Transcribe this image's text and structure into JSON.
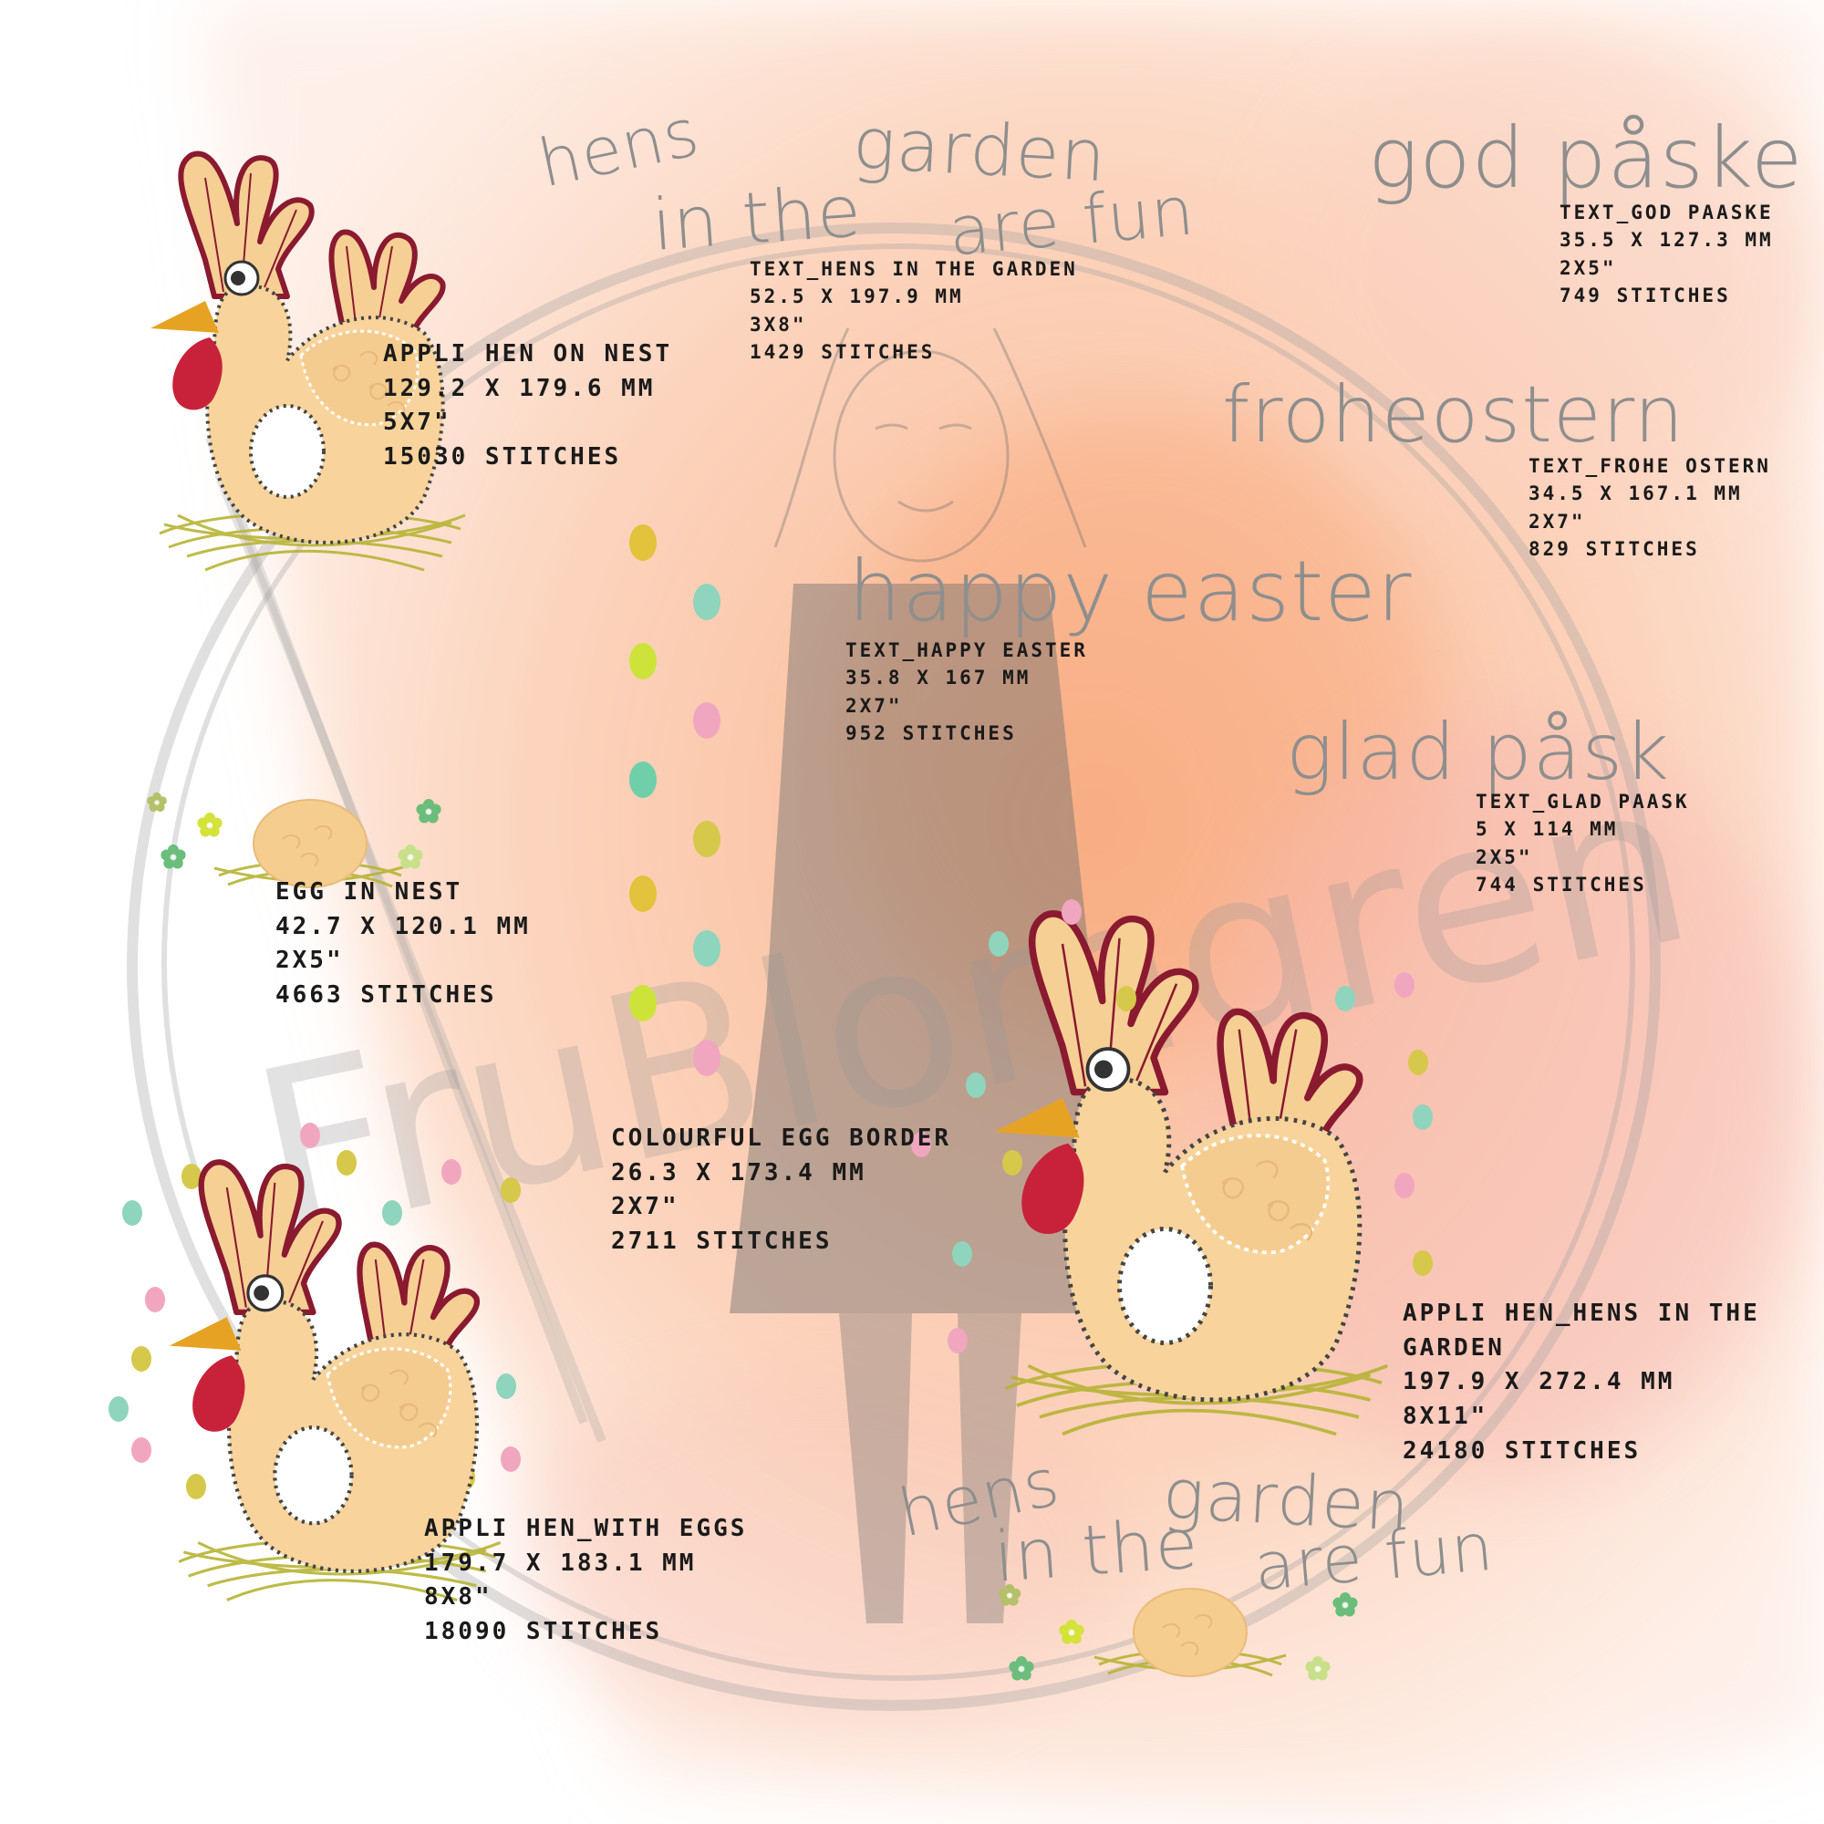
{
  "watermark": {
    "brand": "FruBlomgren"
  },
  "colors": {
    "hen_body": "#f8d49c",
    "hen_comb_fill": "#f6cf95",
    "hen_outline": "#8a1a2f",
    "wattle": "#c8223a",
    "beak": "#e6a323",
    "nest": "#b7b436",
    "stitch": "#444444",
    "script_gray": "#8e8e8e",
    "wash_peach": "#f9b58d",
    "wash_pink": "#f7c4c6"
  },
  "script_texts": {
    "hens_top": {
      "line1": "hens",
      "line2": "in the",
      "line3": "garden",
      "line4": "are fun"
    },
    "god_paaske": "god påske",
    "frohe_ostern": "froheostern",
    "happy_easter": "happy easter",
    "glad_pask": "glad påsk",
    "hens_bottom": {
      "line1": "hens",
      "line2": "in the",
      "line3": "garden",
      "line4": "are fun"
    }
  },
  "designs": {
    "appli_hen_on_nest": {
      "title": "Appli hen on nest",
      "size": "129.2 x 179.6 mm",
      "hoop": "5x7\"",
      "stitches": "15030 stitches"
    },
    "text_hens_garden": {
      "title": "Text_hens in the garden",
      "size": "52.5 x 197.9 mm",
      "hoop": "3x8\"",
      "stitches": "1429 stitches"
    },
    "text_god_paaske": {
      "title": "Text_god paaske",
      "size": "35.5 x 127.3 mm",
      "hoop": "2x5\"",
      "stitches": "749 stitches"
    },
    "text_frohe_ostern": {
      "title": "Text_frohe ostern",
      "size": "34.5 x 167.1 mm",
      "hoop": "2x7\"",
      "stitches": "829 stitches"
    },
    "text_happy_easter": {
      "title": "Text_happy easter",
      "size": "35.8 x 167 mm",
      "hoop": "2x7\"",
      "stitches": "952 stitches"
    },
    "text_glad_paask": {
      "title": "Text_glad paask",
      "size": "5 x 114 mm",
      "hoop": "2x5\"",
      "stitches": "744 stitches"
    },
    "egg_in_nest": {
      "title": "Egg in nest",
      "size": "42.7 x 120.1 mm",
      "hoop": "2x5\"",
      "stitches": "4663 stitches"
    },
    "colourful_egg_border": {
      "title": "Colourful egg border",
      "size": "26.3 x 173.4 mm",
      "hoop": "2x7\"",
      "stitches": "2711 stitches"
    },
    "appli_hen_garden": {
      "title": "Appli hen_hens in the",
      "title2": "garden",
      "size": "197.9 x 272.4 mm",
      "hoop": "8x11\"",
      "stitches": "24180 stitches"
    },
    "appli_hen_eggs": {
      "title": "Appli hen_with eggs",
      "size": "179.7 x 183.1 mm",
      "hoop": "8x8\"",
      "stitches": "18090 stitches"
    }
  }
}
